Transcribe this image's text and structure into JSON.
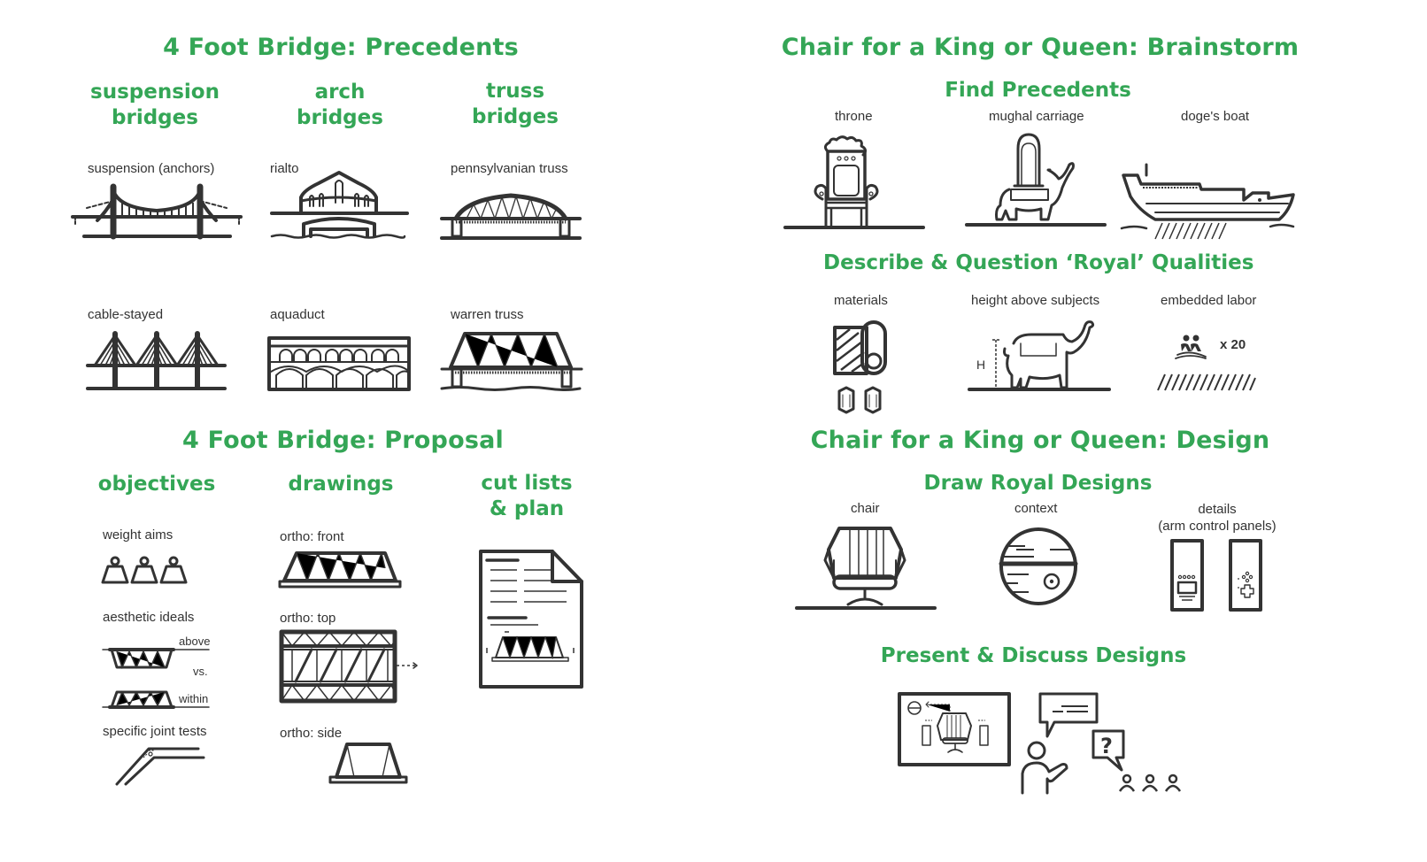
{
  "colors": {
    "accent": "#34a656",
    "ink": "#333333",
    "background": "#ffffff"
  },
  "bridge_precedents": {
    "title": "4 Foot Bridge: Precedents",
    "columns": [
      {
        "heading": "suspension\nbridges",
        "items": [
          {
            "label": "suspension (anchors)",
            "icon": "suspension-bridge-icon"
          },
          {
            "label": "cable-stayed",
            "icon": "cable-stayed-bridge-icon"
          }
        ]
      },
      {
        "heading": "arch\nbridges",
        "items": [
          {
            "label": "rialto",
            "icon": "rialto-bridge-icon"
          },
          {
            "label": "aquaduct",
            "icon": "aqueduct-icon"
          }
        ]
      },
      {
        "heading": "truss\nbridges",
        "items": [
          {
            "label": "pennsylvanian truss",
            "icon": "pennsylvania-truss-icon"
          },
          {
            "label": "warren truss",
            "icon": "warren-truss-icon"
          }
        ]
      }
    ]
  },
  "bridge_proposal": {
    "title": "4 Foot Bridge: Proposal",
    "columns": [
      {
        "heading": "objectives",
        "items": [
          {
            "label": "weight aims",
            "icon": "weights-icon"
          },
          {
            "label": "aesthetic ideals",
            "icon": "truss-comparison-icon",
            "annotations": [
              "above",
              "vs.",
              "within"
            ]
          },
          {
            "label": "specific joint tests",
            "icon": "joint-icon"
          }
        ]
      },
      {
        "heading": "drawings",
        "items": [
          {
            "label": "ortho: front",
            "icon": "truss-front-icon"
          },
          {
            "label": "ortho: top",
            "icon": "truss-top-icon"
          },
          {
            "label": "ortho: side",
            "icon": "truss-side-icon"
          }
        ]
      },
      {
        "heading": "cut lists\n& plan",
        "items": [
          {
            "label": "",
            "icon": "document-icon"
          }
        ]
      }
    ]
  },
  "chair_brainstorm": {
    "title": "Chair for a King or Queen: Brainstorm",
    "find_precedents": {
      "heading": "Find Precedents",
      "items": [
        {
          "label": "throne",
          "icon": "throne-icon"
        },
        {
          "label": "mughal carriage",
          "icon": "elephant-carriage-icon"
        },
        {
          "label": "doge's boat",
          "icon": "galley-boat-icon"
        }
      ]
    },
    "royal_qualities": {
      "heading": "Describe & Question ‘Royal’ Qualities",
      "items": [
        {
          "label": "materials",
          "icon": "fabric-roll-icon"
        },
        {
          "label": "height above subjects",
          "icon": "elephant-height-icon",
          "annotation": "H"
        },
        {
          "label": "embedded labor",
          "icon": "rowers-icon",
          "annotation": "x 20"
        }
      ]
    }
  },
  "chair_design": {
    "title": "Chair for a King or Queen: Design",
    "draw_designs": {
      "heading": "Draw Royal Designs",
      "items": [
        {
          "label": "chair",
          "icon": "armchair-icon"
        },
        {
          "label": "context",
          "icon": "death-star-icon"
        },
        {
          "label": "details\n(arm control panels)",
          "icon": "control-panel-icon"
        }
      ]
    },
    "present": {
      "heading": "Present & Discuss Designs",
      "icon": "presentation-icon"
    }
  }
}
